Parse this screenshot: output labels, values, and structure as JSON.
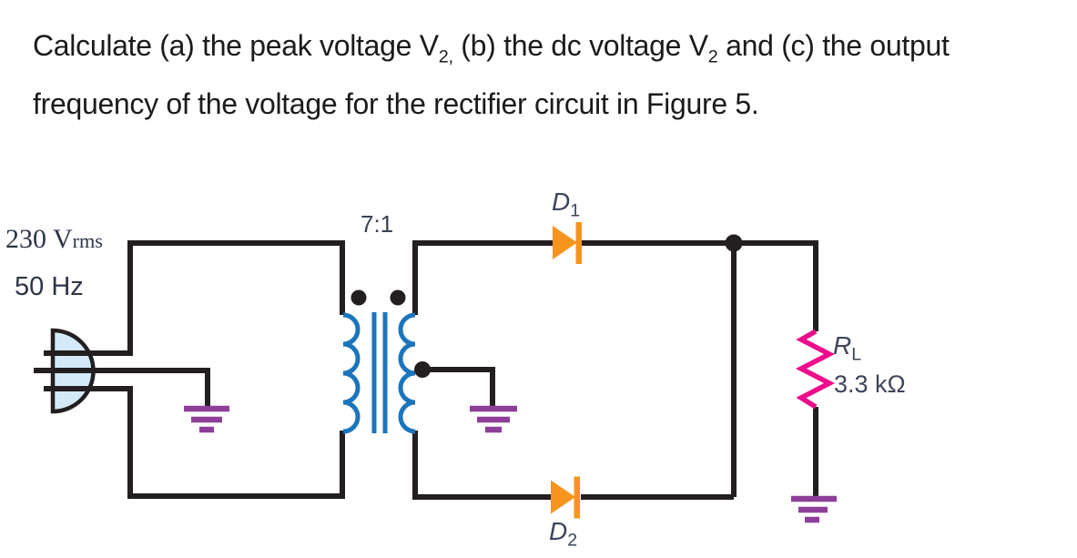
{
  "problem": {
    "line1_part1": "Calculate (a) the peak voltage V",
    "line1_sub1": "2,",
    "line1_part2": " (b) the dc voltage V",
    "line1_sub2": "2",
    "line1_part3": " and (c) the output",
    "line2": "frequency of the voltage for the rectifier circuit in Figure 5."
  },
  "circuit": {
    "source": {
      "voltage_main": "230 V",
      "voltage_sub": "rms",
      "frequency": "50 Hz"
    },
    "transformer": {
      "turns_ratio": "7:1"
    },
    "diodes": [
      {
        "base": "D",
        "sub": "1"
      },
      {
        "base": "D",
        "sub": "2"
      }
    ],
    "load": {
      "name_base": "R",
      "name_sub": "L",
      "value": "3.3 kΩ"
    }
  },
  "colors": {
    "wire_black": "#231f20",
    "coil_blue": "#1b75bc",
    "diode_orange": "#f7941e",
    "resistor_pink": "#ec0c8c",
    "ground_purple": "#8d3f98",
    "plug_fill": "#d3e9f8",
    "label_navy": "#3d4559",
    "text_black": "#1b1b1b"
  }
}
